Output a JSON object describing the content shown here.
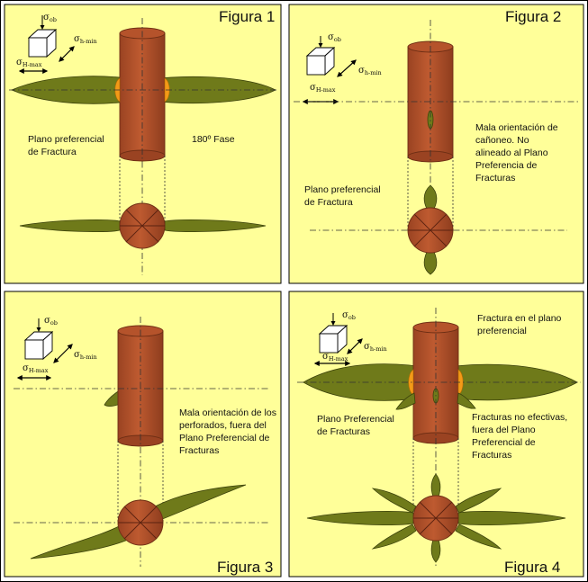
{
  "colors": {
    "panel_bg": "#FFFF99",
    "frame": "#000000",
    "cylinder": "#B5532B",
    "cylinder_edge": "#6E2E14",
    "fracture": "#6F7A1A",
    "fracture_edge": "#3C420B",
    "perforation_glow": "#F39A18"
  },
  "icons": [
    "stress-cube-icon",
    "double-arrow-icon",
    "sigma-symbol"
  ],
  "stress_labels": {
    "sigma_ob": {
      "sym": "σ",
      "sub": "ob"
    },
    "sigma_h_min": {
      "sym": "σ",
      "sub": "h-min"
    },
    "sigma_H_max": {
      "sym": "σ",
      "sub": "H-max"
    }
  },
  "panels": [
    {
      "id": "figura-1",
      "title": "Figura 1",
      "notes": [
        {
          "lines": [
            "Plano preferencial",
            "de Fractura"
          ]
        },
        {
          "lines": [
            "180º Fase"
          ]
        }
      ]
    },
    {
      "id": "figura-2",
      "title": "Figura 2",
      "notes": [
        {
          "lines": [
            "Mala orientación de",
            "cañoneo. No",
            "alineado al Plano",
            "Preferencia de",
            "Fracturas"
          ]
        },
        {
          "lines": [
            "Plano preferencial",
            "de Fractura"
          ]
        }
      ]
    },
    {
      "id": "figura-3",
      "title": "Figura 3",
      "notes": [
        {
          "lines": [
            "Mala orientación de los",
            "perforados, fuera del",
            "Plano Preferencial de",
            "Fracturas"
          ]
        }
      ]
    },
    {
      "id": "figura-4",
      "title": "Figura 4",
      "notes": [
        {
          "lines": [
            "Fractura en el plano",
            "preferencial"
          ]
        },
        {
          "lines": [
            "Plano Preferencial",
            "de Fracturas"
          ]
        },
        {
          "lines": [
            "Fracturas no efectivas,",
            "fuera del Plano",
            "Preferencial de",
            "Fracturas"
          ]
        }
      ]
    }
  ]
}
